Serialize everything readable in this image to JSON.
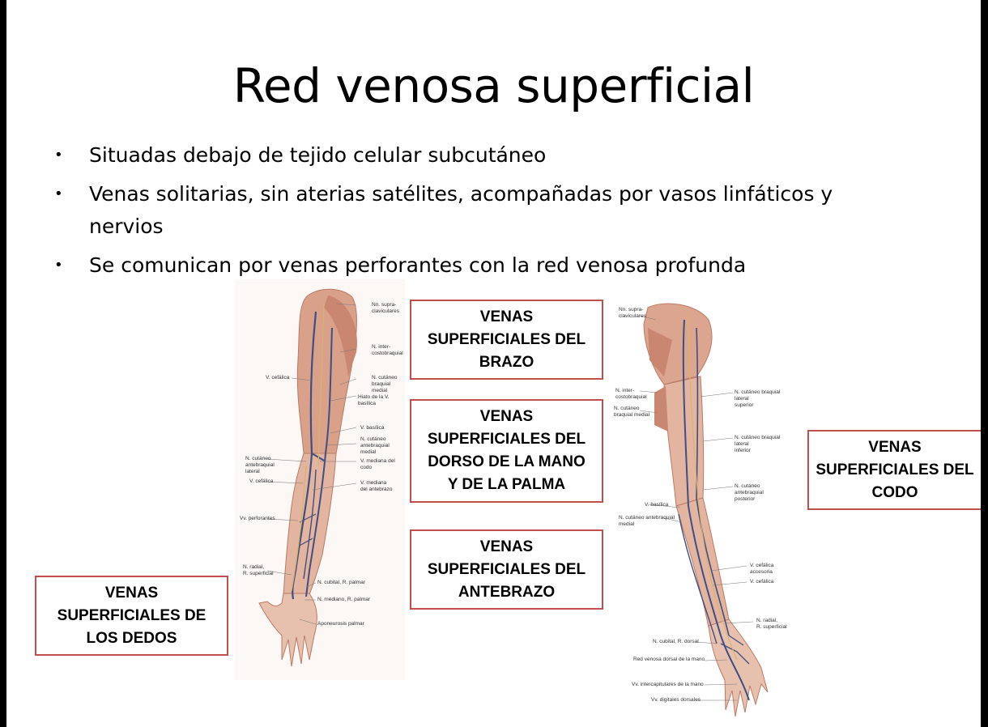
{
  "title": "Red venosa superficial",
  "bullets": [
    "Situadas debajo de tejido celular subcutáneo",
    "Venas solitarias, sin aterias satélites, acompañadas por vasos linfáticos y nervios",
    "Se comunican por venas perforantes con la red venosa profunda"
  ],
  "bullet_symbol": "•",
  "labels": {
    "brazo": "VENAS\nSUPERFICIALES DEL\nBRAZO",
    "dorso_mano": "VENAS\nSUPERFICIALES DEL\nDORSO DE LA MANO\nY DE LA PALMA",
    "antebrazo": "VENAS\nSUPERFICIALES DEL\nANTEBRAZO",
    "codo": "VENAS\nSUPERFICIALES DEL\nCODO",
    "dedos": "VENAS\nSUPERFICIALES DE\nLOS DEDOS"
  },
  "left_figure_annotations": {
    "a1": "Nn. supra-\nclaviculares",
    "a2": "N. inter-\ncostobraquial",
    "a3": "V. cefálica",
    "a4": "N. cutáneo\nbraquial\nmedial",
    "a5": "Hiato de la V. basílica",
    "a6": "V. basílica",
    "a7": "N. cutáneo\nantebraquial medial",
    "a8": "N. cutáneo\nantebraquial\nlateral",
    "a9": "V. mediana del codo",
    "a10": "V. cefálica",
    "a11": "V. mediana\ndel antebrazo",
    "a12": "Vv. perforantes",
    "a13": "N. radial,\nR. superficial",
    "a14": "N. cubital, R. palmar",
    "a15": "N. mediano, R. palmar",
    "a16": "Aponeurosis palmar"
  },
  "right_figure_annotations": {
    "b1": "Nn. supra-\nclaviculares",
    "b2": "N. inter-\ncostobraquial",
    "b3": "N. cutáneo\nbraquial medial",
    "b4": "N. cutáneo braquial lateral\nsuperior",
    "b5": "N. cutáneo braquial lateral\ninferior",
    "b6": "N. cutáneo antebraquial\nposterior",
    "b7": "V. basílica",
    "b8": "N. cutáneo antebraquial\nmedial",
    "b9": "V. cefálica accesoria",
    "b10": "V. cefálica",
    "b11": "N. radial,\nR. superficial",
    "b12": "N. cubital, R. dorsal",
    "b13": "Red venosa dorsal de la mano",
    "b14": "Vv. intercapitulares de la mano",
    "b15": "Vv. digitales dorsales"
  },
  "colors": {
    "box_border": "#c0504d",
    "skin": "#e3b49f",
    "muscle": "#c98670",
    "vein": "#3f4f80",
    "nerve": "#d8b36a"
  }
}
